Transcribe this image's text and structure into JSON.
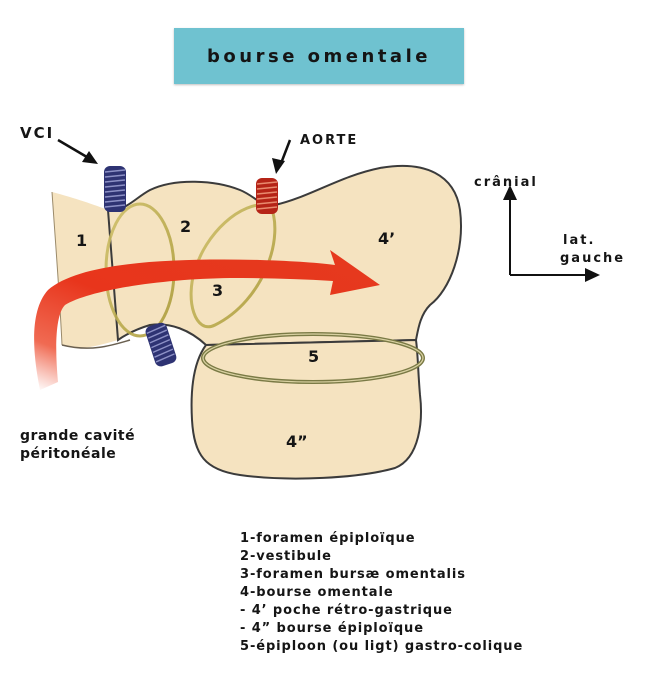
{
  "title": "bourse omentale",
  "vessels": {
    "vci": "VCI",
    "aorte": "AORTE"
  },
  "regions": {
    "r1": "1",
    "r2": "2",
    "r3": "3",
    "r4p": "4’",
    "r5": "5",
    "r4pp": "4”"
  },
  "cavity_label": {
    "line1": "grande cavité",
    "line2": "péritonéale"
  },
  "axes": {
    "cranial": "crânial",
    "lateral1": "lat.",
    "lateral2": "gauche"
  },
  "legend": [
    "1-foramen épiploïque",
    "2-vestibule",
    "3-foramen bursæ omentalis",
    "4-bourse omentale",
    "- 4’ poche rétro-gastrique",
    "- 4” bourse épiploïque",
    "5-épiploon (ou ligt) gastro-colique"
  ],
  "colors": {
    "title_bg": "#6fc2d0",
    "sac_fill": "#f5e3c0",
    "sac_outline": "#3b3b3b",
    "arrow": "#e8351c",
    "vci_coil": "#2e3373",
    "aorta_coil": "#b52417",
    "ring": "#c9b74a"
  },
  "icons": [
    "down-right-arrow-icon",
    "down-arrow-icon",
    "up-arrow-icon",
    "right-arrow-icon"
  ]
}
